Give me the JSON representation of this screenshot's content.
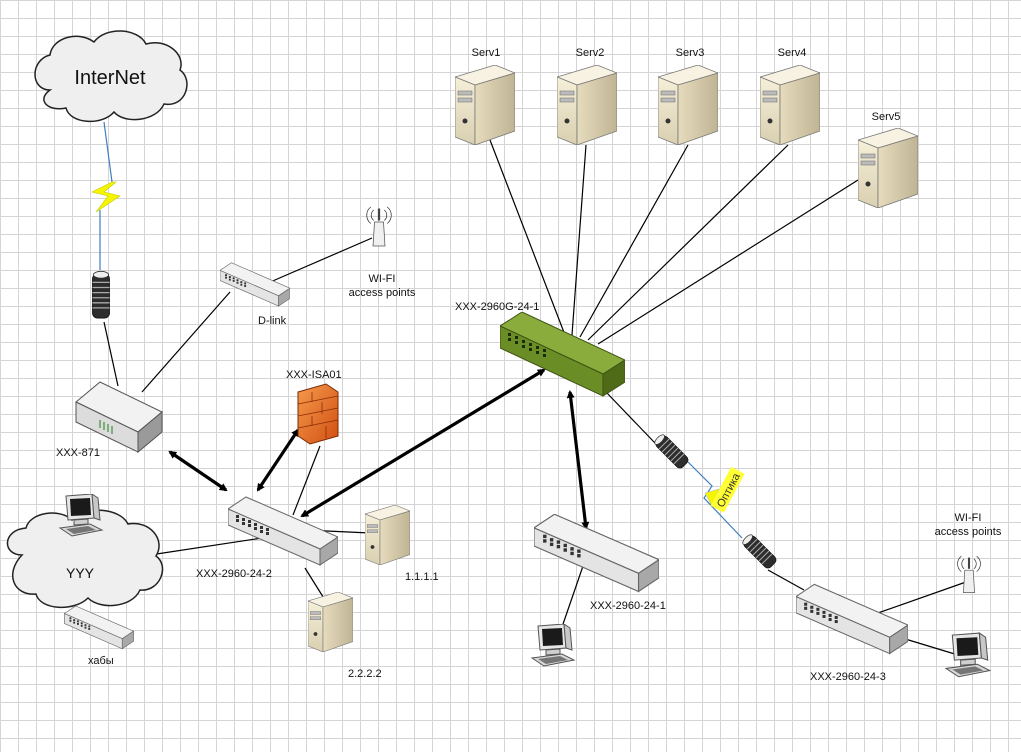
{
  "clouds": {
    "internet": "InterNet",
    "yyy": "YYY"
  },
  "servers": {
    "serv1": "Serv1",
    "serv2": "Serv2",
    "serv3": "Serv3",
    "serv4": "Serv4",
    "serv5": "Serv5",
    "server_a_ip": "1.1.1.1",
    "server_b_ip": "2.2.2.2"
  },
  "devices": {
    "router": "XXX-871",
    "dlink": "D-link",
    "firewall": "XXX-ISA01",
    "core_switch": "XXX-2960G-24-1",
    "switch_2": "XXX-2960-24-2",
    "switch_1": "XXX-2960-24-1",
    "switch_3": "XXX-2960-24-3",
    "hubs": "хабы"
  },
  "wifi": {
    "left": {
      "line1": "WI-FI",
      "line2": "access points"
    },
    "right": {
      "line1": "WI-FI",
      "line2": "access points"
    }
  },
  "links": {
    "fiber_label": "Оптика"
  },
  "colors": {
    "core_switch": "#6f8f2a",
    "firewall": "#e8651f",
    "fiber_label_bg": "#ffff33",
    "lightning": "#f5f500",
    "server_body": "#ece4cc"
  }
}
